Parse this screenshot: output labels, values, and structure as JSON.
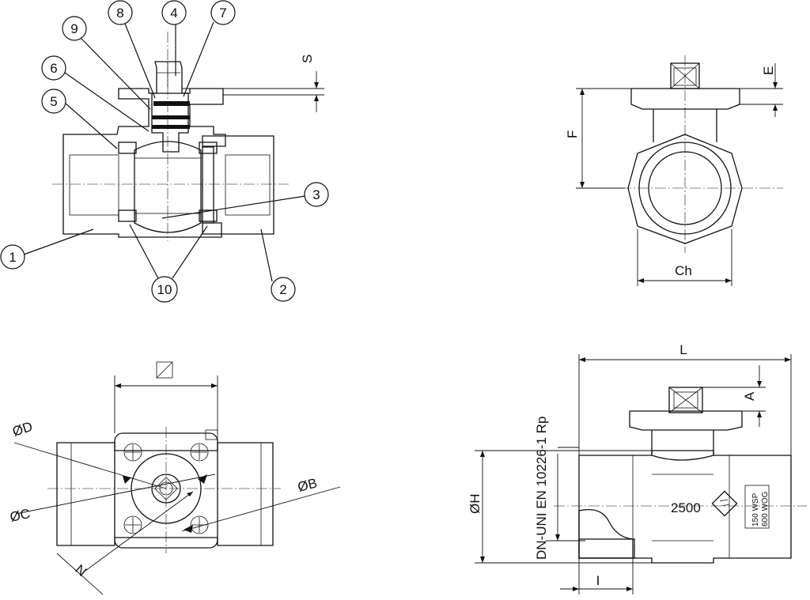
{
  "colors": {
    "body_green": "#8ed1a8",
    "body_green_dark": "#5fb584",
    "end_yellow": "#f7ec6a",
    "stem_pink": "#f2b8c6",
    "ball_blue": "#b5dcf2",
    "seat_orange": "#f2a04a",
    "outline": "#111111"
  },
  "callouts": {
    "c1": "1",
    "c2": "2",
    "c3": "3",
    "c4": "4",
    "c5": "5",
    "c6": "6",
    "c7": "7",
    "c8": "8",
    "c9": "9",
    "c10": "10"
  },
  "dimensions": {
    "S": "S",
    "E": "E",
    "F": "F",
    "Ch": "Ch",
    "L": "L",
    "A": "A",
    "H": "ØH",
    "I": "I",
    "D": "ØD",
    "C": "ØC",
    "B": "ØB",
    "N": "N",
    "square": "◻"
  },
  "markings": {
    "thread_standard": "DN-UNI EN 10226-1 Rp",
    "pressure_rating": "2500",
    "wsp": "150 WSP",
    "wog": "600 WOG"
  }
}
